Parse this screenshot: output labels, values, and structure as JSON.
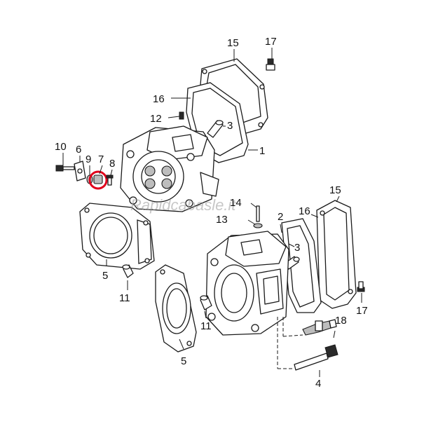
{
  "callouts": {
    "c1": "1",
    "c2": "2",
    "c3a": "3",
    "c3b": "3",
    "c4": "4",
    "c5a": "5",
    "c5b": "5",
    "c6": "6",
    "c7": "7",
    "c8": "8",
    "c9": "9",
    "c10": "10",
    "c11a": "11",
    "c11b": "11",
    "c12": "12",
    "c13": "13",
    "c14": "14",
    "c15a": "15",
    "c15b": "15",
    "c16a": "16",
    "c16b": "16",
    "c17a": "17",
    "c17b": "17",
    "c18": "18"
  },
  "watermark": "Rapidcabasle.it",
  "colors": {
    "highlight": "#e0001b",
    "line": "#1a1a1a",
    "background": "#ffffff"
  }
}
